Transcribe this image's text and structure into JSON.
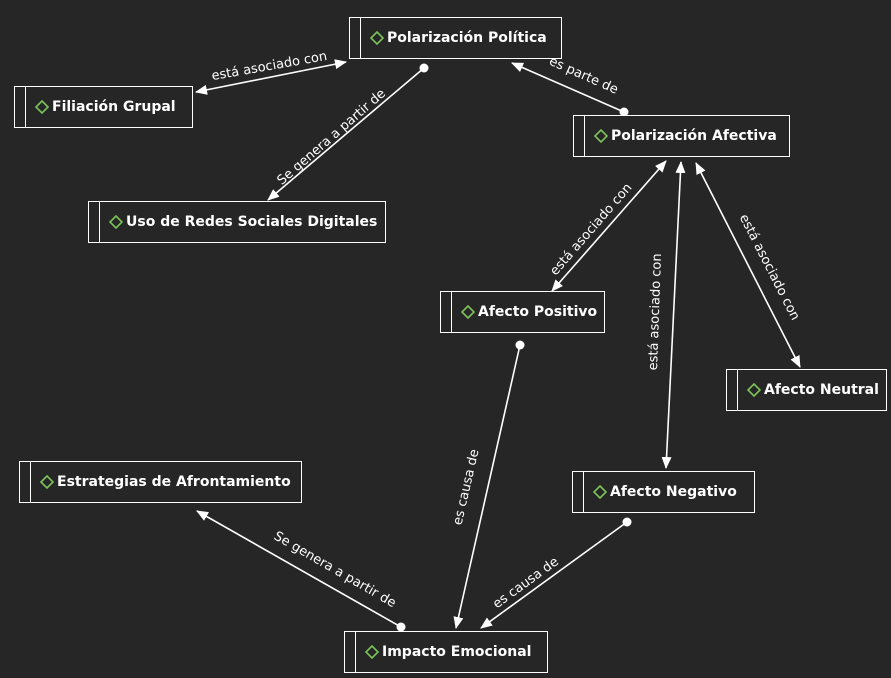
{
  "colors": {
    "background": "#262626",
    "frame": "#000000",
    "node_border": "#ffffff",
    "text": "#ffffff",
    "icon_stroke": "#7cc45a",
    "edge": "#ffffff"
  },
  "nodes": {
    "polarizacion_politica": {
      "label": "Polarización Política",
      "icon": "diamond-icon"
    },
    "filiacion_grupal": {
      "label": "Filiación Grupal",
      "icon": "diamond-icon"
    },
    "polarizacion_afectiva": {
      "label": "Polarización Afectiva",
      "icon": "diamond-icon"
    },
    "uso_redes": {
      "label": "Uso de Redes Sociales Digitales",
      "icon": "diamond-icon"
    },
    "afecto_positivo": {
      "label": "Afecto Positivo",
      "icon": "diamond-icon"
    },
    "afecto_neutral": {
      "label": "Afecto Neutral",
      "icon": "diamond-icon"
    },
    "estrategias": {
      "label": "Estrategias de Afrontamiento",
      "icon": "diamond-icon"
    },
    "afecto_negativo": {
      "label": "Afecto Negativo",
      "icon": "diamond-icon"
    },
    "impacto_emocional": {
      "label": "Impacto Emocional",
      "icon": "diamond-icon"
    }
  },
  "edges": [
    {
      "id": "e1",
      "from": "polarizacion_politica",
      "to": "filiacion_grupal",
      "label": "está asociado con",
      "style": "bidirectional"
    },
    {
      "id": "e2",
      "from": "polarizacion_politica",
      "to": "uso_redes",
      "label": "Se genera a partir de",
      "style": "dot-to-arrow"
    },
    {
      "id": "e3",
      "from": "polarizacion_afectiva",
      "to": "polarizacion_politica",
      "label": "es parte de",
      "style": "dot-to-arrow"
    },
    {
      "id": "e4",
      "from": "polarizacion_afectiva",
      "to": "afecto_positivo",
      "label": "está asociado con",
      "style": "bidirectional"
    },
    {
      "id": "e5",
      "from": "polarizacion_afectiva",
      "to": "afecto_negativo",
      "label": "está asociado con",
      "style": "bidirectional"
    },
    {
      "id": "e6",
      "from": "polarizacion_afectiva",
      "to": "afecto_neutral",
      "label": "está asociado con",
      "style": "bidirectional"
    },
    {
      "id": "e7",
      "from": "afecto_positivo",
      "to": "impacto_emocional",
      "label": "es causa de",
      "style": "dot-to-arrow"
    },
    {
      "id": "e8",
      "from": "afecto_negativo",
      "to": "impacto_emocional",
      "label": "es causa de",
      "style": "dot-to-arrow"
    },
    {
      "id": "e9",
      "from": "impacto_emocional",
      "to": "estrategias",
      "label": "Se genera a partir de",
      "style": "dot-to-arrow"
    }
  ]
}
